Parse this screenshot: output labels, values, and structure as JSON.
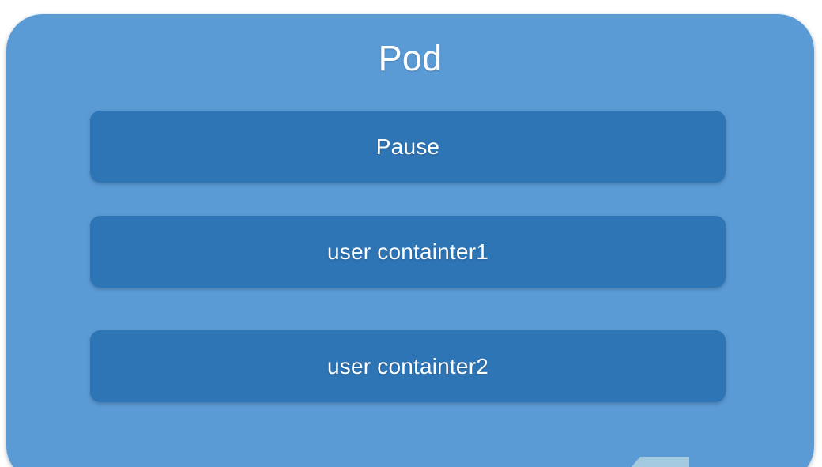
{
  "diagram": {
    "title": "Pod",
    "outer_color": "#5b9bd5",
    "inner_color": "#2e75b6",
    "text_color": "#ffffff",
    "background_color": "#ffffff",
    "boxes": [
      {
        "label": "Pause"
      },
      {
        "label": "user containter1"
      },
      {
        "label": "user containter2"
      }
    ]
  }
}
